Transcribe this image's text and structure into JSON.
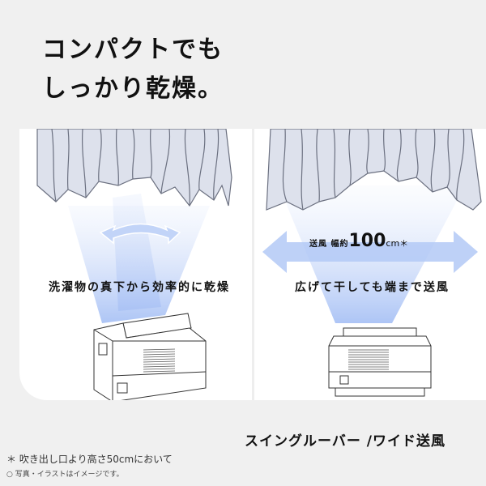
{
  "headline": {
    "line1": "コンパクトでも",
    "line2": "しっかり乾燥。"
  },
  "left_scene": {
    "caption": "洗濯物の真下から効率的に乾燥",
    "icons": [
      "hanging-clothes",
      "swing-arrow",
      "dehumidifier"
    ]
  },
  "right_scene": {
    "caption": "広げて干しても端まで送風",
    "airflow_label": {
      "prefix": "送風 幅約",
      "value": "100",
      "unit": "cm＊"
    },
    "icons": [
      "hanging-clothes",
      "wide-arrow",
      "dehumidifier"
    ]
  },
  "feature_title": "スイングルーバー /ワイド送風",
  "footnotes": {
    "note": "＊ 吹き出し口より高さ50cmにおいて",
    "disclaimer": "○ 写真・イラストはイメージです。"
  },
  "colors": {
    "background": "#f0f0f0",
    "panel": "#ffffff",
    "clothes_fill": "#dde1ec",
    "clothes_stroke": "#6b7080",
    "airflow": "#b9cdf7",
    "text": "#111111"
  }
}
